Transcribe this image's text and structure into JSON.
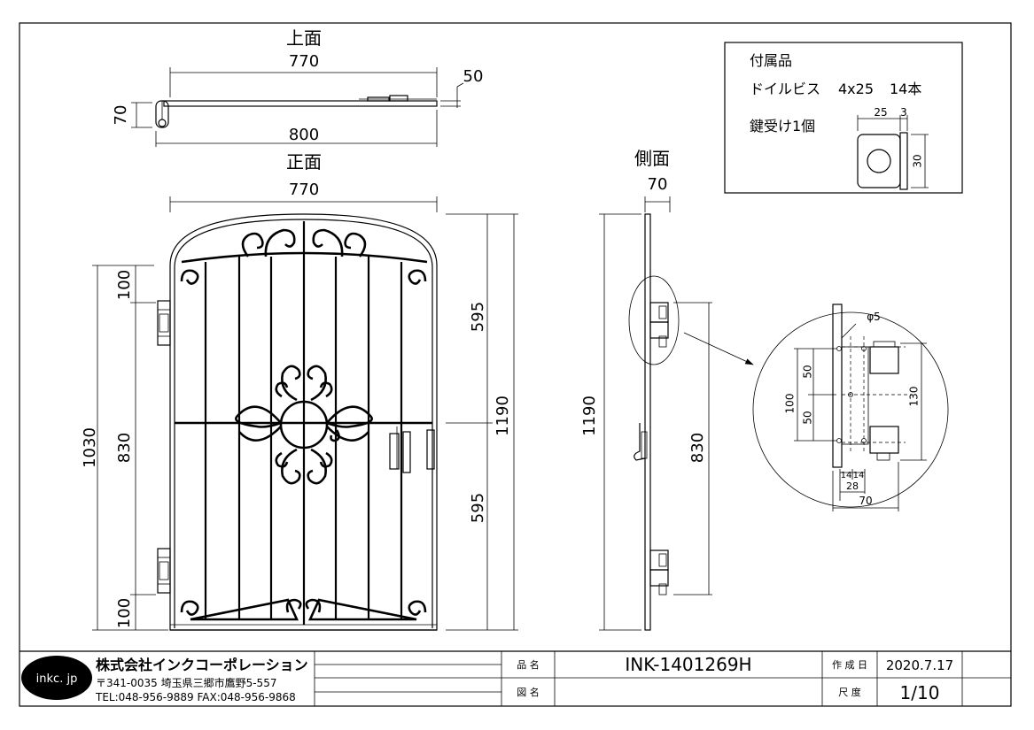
{
  "views": {
    "top": {
      "title": "上面",
      "width_770": "770",
      "overall_800": "800",
      "thickness_70": "70",
      "offset_50": "50"
    },
    "front": {
      "title": "正面",
      "width_770": "770",
      "left_total": "1030",
      "left_middle": "830",
      "left_top": "100",
      "left_bottom": "100",
      "right_upper": "595",
      "right_lower": "595",
      "right_total": "1190"
    },
    "side": {
      "title": "側面",
      "thickness": "70",
      "height": "1190",
      "hinge_span": "830"
    },
    "detail": {
      "hole_dia": "φ5",
      "d50a": "50",
      "d50b": "50",
      "d100": "100",
      "d130": "130",
      "d14a": "14",
      "d14b": "14",
      "d28": "28",
      "d70": "70"
    }
  },
  "accessories": {
    "title": "付属品",
    "screws_name": "ドイルビス",
    "screws_size": "4x25",
    "screws_qty": "14本",
    "keeper": "鍵受け1個",
    "keeper_w": "25",
    "keeper_t": "3",
    "keeper_h": "30"
  },
  "title_block": {
    "logo": "inkc. jp",
    "company": "株式会社インクコーポレーション",
    "address": "〒341-0035 埼玉県三郷市鷹野5-557",
    "contact": "TEL:048-956-9889  FAX:048-956-9868",
    "label_product": "品 名",
    "product": "INK-1401269H",
    "label_drawing": "図 名",
    "drawing": "",
    "label_date": "作 成 日",
    "date": "2020.7.17",
    "label_scale": "尺 度",
    "scale": "1/10"
  }
}
